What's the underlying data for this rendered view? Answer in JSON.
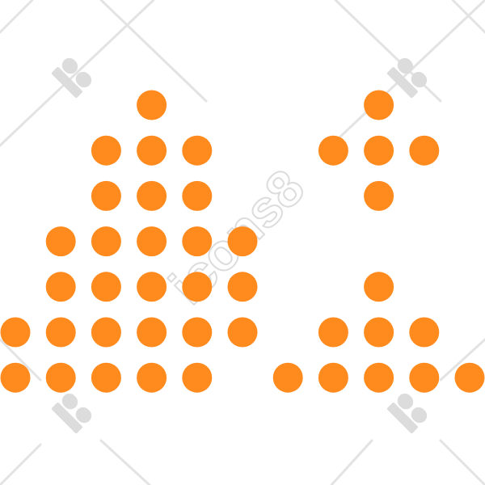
{
  "icon": {
    "name": "dot-matrix-pyramid-and-arrow-icon",
    "dot_color": "#ff8a1d",
    "left_group": [
      {
        "row": 0,
        "cols": [
          3
        ]
      },
      {
        "row": 1,
        "cols": [
          2,
          3,
          4
        ]
      },
      {
        "row": 2,
        "cols": [
          2,
          3,
          4
        ]
      },
      {
        "row": 3,
        "cols": [
          1,
          2,
          3,
          4,
          5
        ]
      },
      {
        "row": 4,
        "cols": [
          1,
          2,
          3,
          4,
          5
        ]
      },
      {
        "row": 5,
        "cols": [
          0,
          1,
          2,
          3,
          4,
          5
        ]
      },
      {
        "row": 6,
        "cols": [
          0,
          1,
          2,
          3,
          4
        ]
      }
    ],
    "right_group": [
      {
        "row": 0,
        "cols": [
          8
        ]
      },
      {
        "row": 1,
        "cols": [
          7,
          8,
          9
        ]
      },
      {
        "row": 2,
        "cols": [
          8
        ]
      },
      {
        "row": 4,
        "cols": [
          8
        ]
      },
      {
        "row": 5,
        "cols": [
          7,
          8,
          9
        ]
      },
      {
        "row": 6,
        "cols": [
          6,
          7,
          8,
          9,
          10
        ]
      }
    ]
  },
  "watermark": {
    "text": "icons8",
    "line_color": "#e3e3e3",
    "logo_color": "#dcdcdc"
  }
}
